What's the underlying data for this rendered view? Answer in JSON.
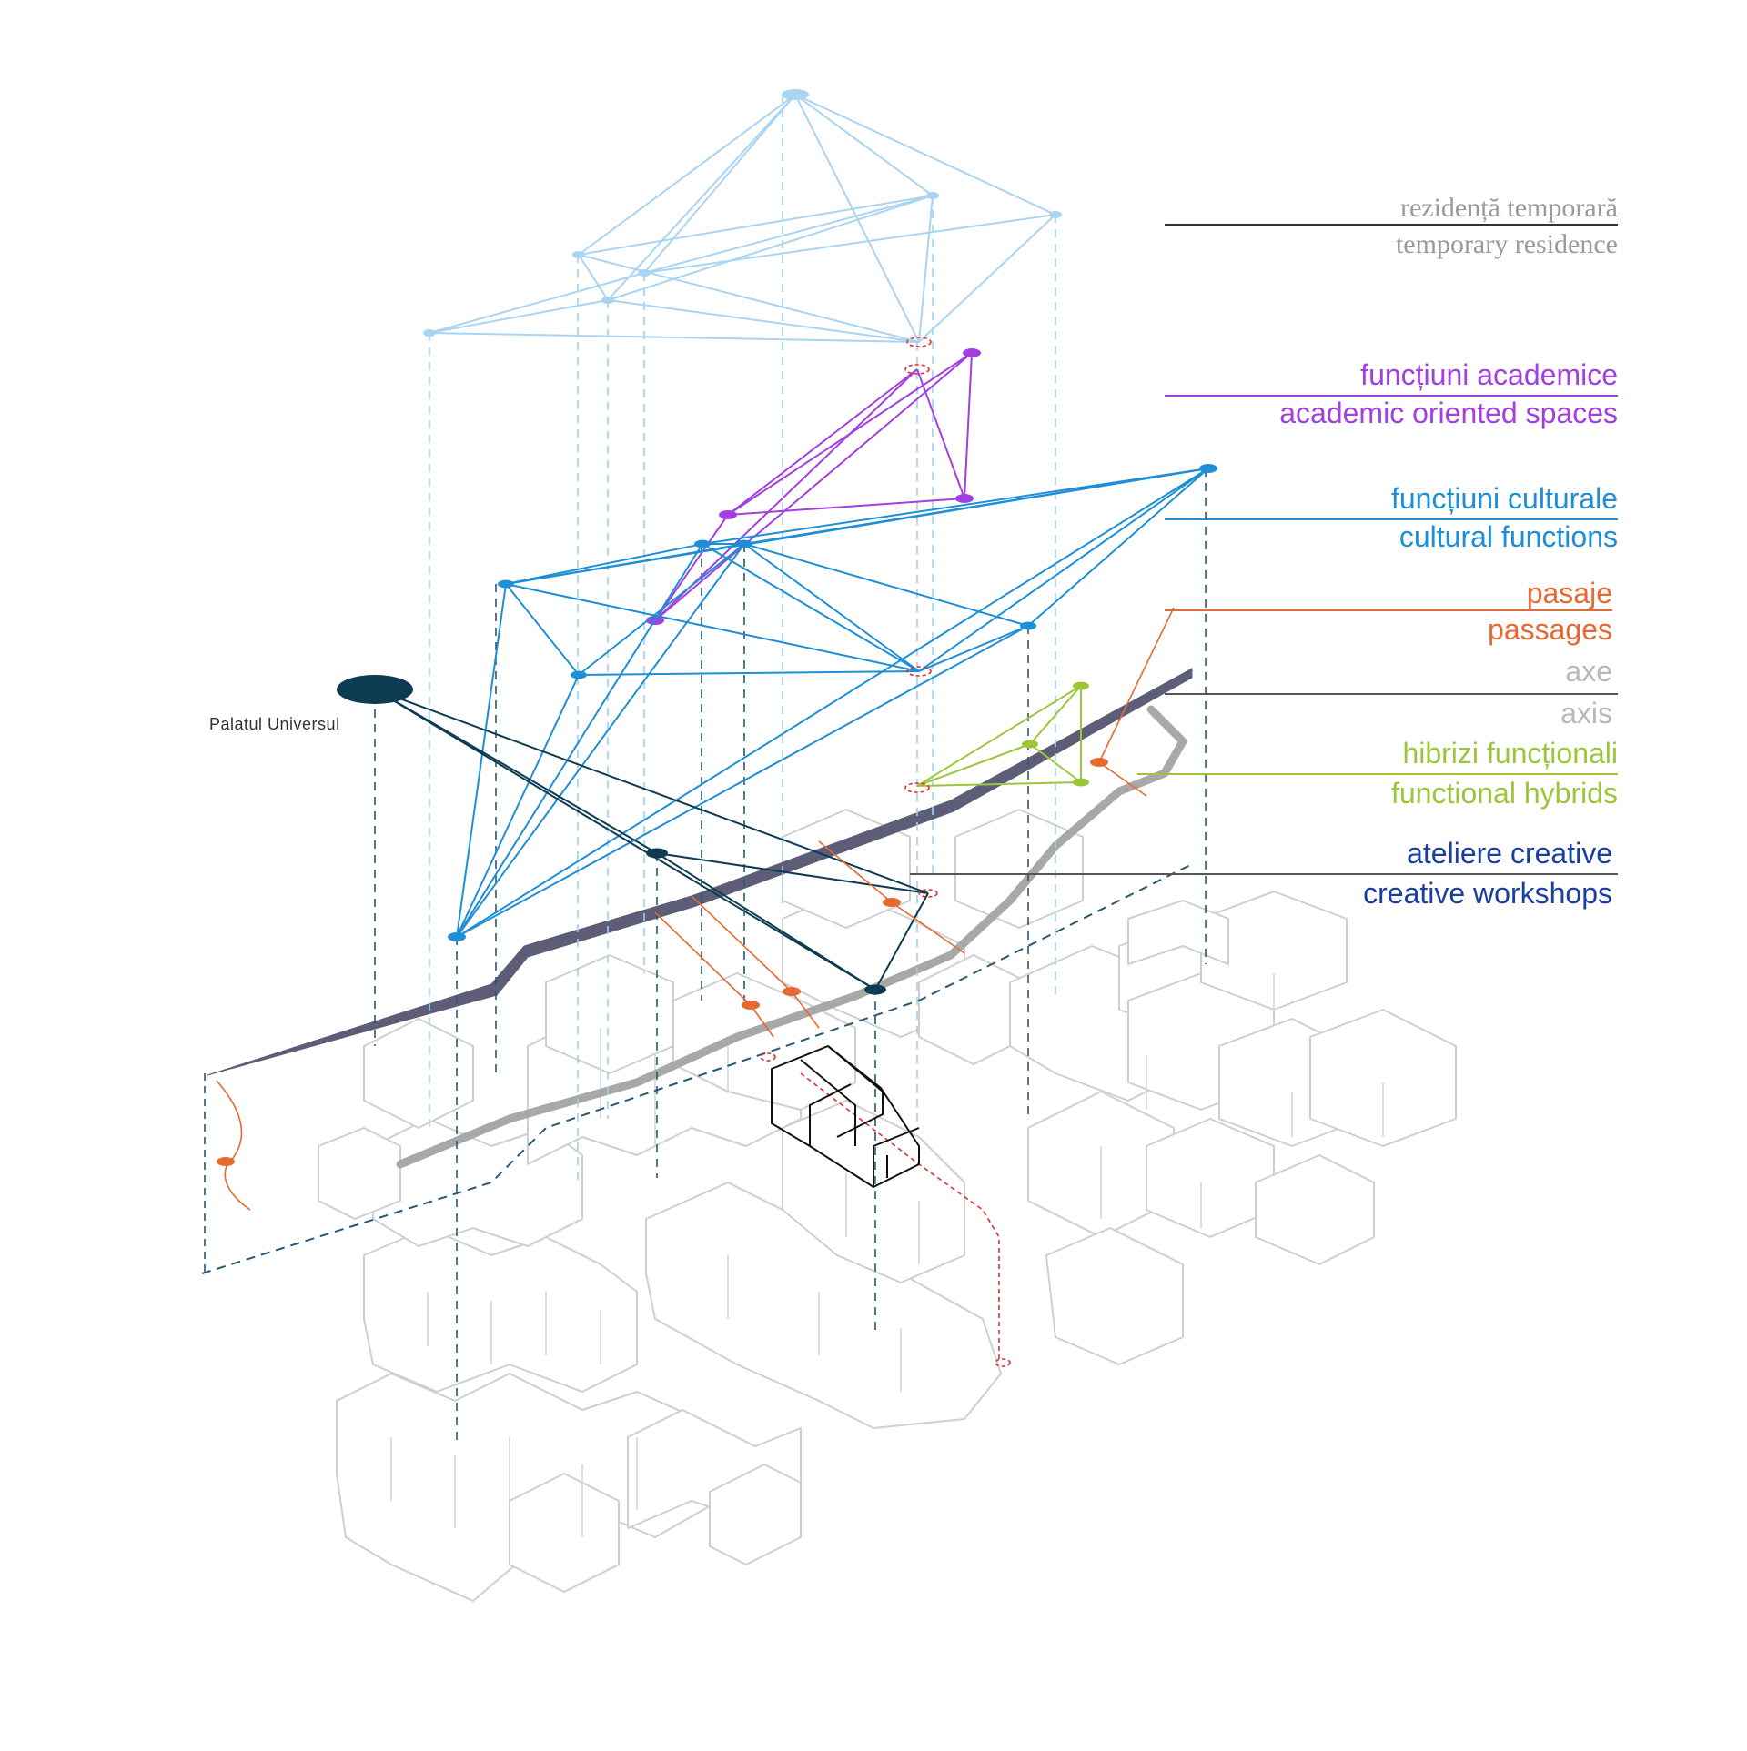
{
  "place_label": "Palatul  Universul",
  "legend": [
    {
      "key": "temporary",
      "ro": "rezidență temporară",
      "en": "temporary residence",
      "color": "#9a9a9a",
      "rule_color": "#333333"
    },
    {
      "key": "academic",
      "ro": "funcțiuni academice",
      "en": "academic oriented spaces",
      "color": "#a23fe0",
      "rule_color": "#a23fe0"
    },
    {
      "key": "cultural",
      "ro": "funcțiuni culturale",
      "en": "cultural functions",
      "color": "#1e8fd6",
      "rule_color": "#1e8fd6"
    },
    {
      "key": "passages",
      "ro": "pasaje",
      "en": "passages",
      "color": "#e8692f",
      "rule_color": "#e8692f"
    },
    {
      "key": "axis",
      "ro": "axe",
      "en": "axis",
      "color": "#b8b8b8",
      "rule_color": "#555555"
    },
    {
      "key": "hybrids",
      "ro": "hibrizi funcționali",
      "en": "functional hybrids",
      "color": "#9cc63a",
      "rule_color": "#9cc63a"
    },
    {
      "key": "workshops",
      "ro": "ateliere creative",
      "en": "creative workshops",
      "color": "#1a3fa3",
      "rule_color": "#555555"
    }
  ],
  "colors": {
    "temporary_net": "#a9d4f2",
    "academic_net": "#a23fe0",
    "cultural_net": "#1e8fd6",
    "workshops_net": "#0d3b52",
    "passages": "#e8692f",
    "hybrids": "#9cc63a",
    "axis_dark": "#5d5d78",
    "axis_grey": "#a8a8a8",
    "buildings": "#cfcfcf",
    "marker_red": "#e03030"
  }
}
